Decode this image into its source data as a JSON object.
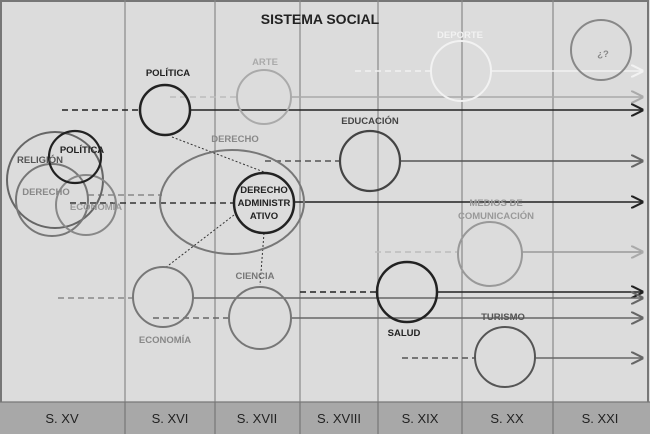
{
  "title": "SISTEMA SOCIAL",
  "centuries": [
    "S. XV",
    "S. XVI",
    "S. XVII",
    "S. XVIII",
    "S. XIX",
    "S. XX",
    "S. XXI"
  ],
  "labels": {
    "politica_left": "POLÍTICA",
    "religion": "RELIGIÓN",
    "derecho_left": "DERECHO",
    "economia_left": "ECONOMÍA",
    "politica": "POLÍTICA",
    "arte": "ARTE",
    "deporte": "DEPORTE",
    "unknown": "¿?",
    "educacion": "EDUCACIÓN",
    "derecho": "DERECHO",
    "derecho_admin": [
      "DERECHO",
      "ADMINISTR",
      "ATIVO"
    ],
    "medios": [
      "MEDIOS DE",
      "COMUNICACIÓN"
    ],
    "ciencia": "CIENCIA",
    "economia": "ECONOMÍA",
    "salud": "SALUD",
    "turismo": "TURISMO"
  },
  "colors": {
    "background": "#dcdcdc",
    "footer": "#a8a8a8",
    "dark": "#222222",
    "mid": "#666666",
    "light": "#9a9a9a",
    "faint": "#f2f2f2"
  }
}
